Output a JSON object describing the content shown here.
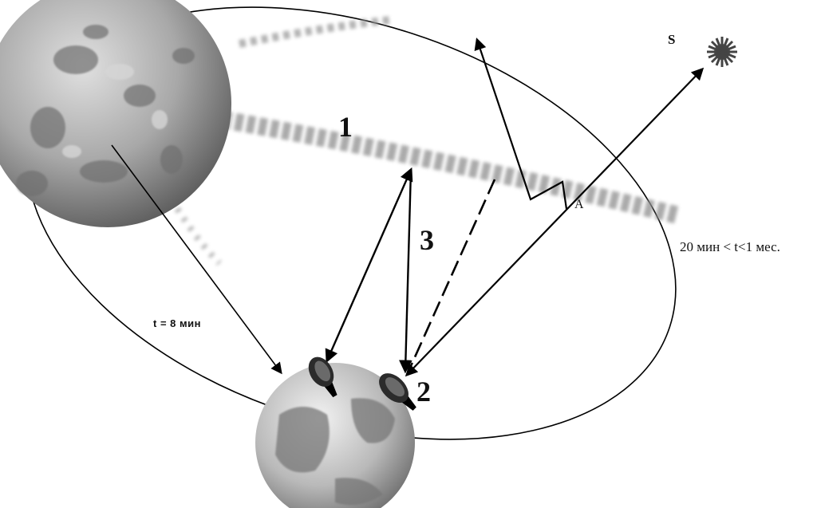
{
  "labels": {
    "region_1": "1",
    "station_2": "2",
    "path_3": "3",
    "source_s": "S",
    "point_a": "A",
    "time_short": "t = 8 мин",
    "time_long": "20 мин < t<1 мес."
  },
  "colors": {
    "ink": "#000000",
    "belt": "#9a9a9a",
    "body_shade": "#7d7d7d",
    "earth_ocean": "#8c8c8c"
  },
  "icons": {
    "sun_like_source": "star-burst-icon",
    "antenna": "dish-antenna-icon"
  }
}
